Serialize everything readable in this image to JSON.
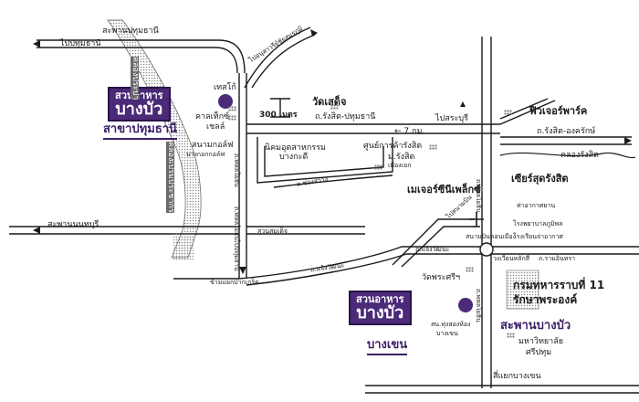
{
  "colors": {
    "brand": "#4b2a78",
    "road": "#1a1a1a",
    "water": "#9a9a9a",
    "paper": "#ffffff"
  },
  "brand_top": {
    "line1": "สวนอาหาร",
    "line2": "บางบัว",
    "branch": "สาขาปทุมธานี"
  },
  "brand_bottom": {
    "line1": "สวนอาหาร",
    "line2": "บางบัว",
    "branch": "บางเขน"
  },
  "scale": {
    "label": "300 เมตร"
  },
  "roads": {
    "pathum_sanamkhao": "สะพานปทุมธานี",
    "to_pathum": "ไปปทุมธานี",
    "khlong_prapa": "คลองประปา",
    "khlong_prem": "คลองเปรมประชากร",
    "vibhavadi": "ไปอนุสาวรีย์ชัยสมรภูมิ",
    "rangsit_pathum": "ถ.รังสิต-ปทุมธานี",
    "km7": "← 7 กม.",
    "to_saraburi": "ไปสระบุรี",
    "rangsit_ongkharak": "ถ.รังสิต-องครักษ์",
    "khlong_rangsit": "คลองรังสิต",
    "chong_sawang": "ถ.ช่องสว่าง",
    "phahon_upper": "ถ.พหลโยธิน",
    "phahon_lower": "ถ.พหลโยธิน",
    "sanam_bin_nam": "สะพานนนทบุรี",
    "suan_som_det": "สวนสมเด็จ",
    "to_pathum_down": "ไปปทุมธานี",
    "khae_pak_kret": "ข้ามแยกปากเกร็ด",
    "chaeng_watthana_left": "ถ.แจ้งวัฒนะ",
    "chaeng_watthana_right": "ถ.แจ้งวัฒนะ",
    "lak_si": "วงเวียนหลักสี่",
    "ram_inthra": "ถ.รามอินทรา",
    "phahon_right_upper": "ถ.พหลโยธิน",
    "phahon_right_lower": "ถ.พหลโยธิน",
    "sanam_bin": "ไปสนามบิน",
    "bang_khen_junction": "สี่แยกบางเขน"
  },
  "places": {
    "lotus": "เทสโก้",
    "charcoal": "คาลเท็กซ์",
    "shell": "เชลล์",
    "golf": "สนามกอล์ฟ",
    "golf2": "บางกอกกอล์ฟ",
    "wat_sadet": "วัดเสด็จ",
    "future_park": "ฟิวเจอร์พาร์ค",
    "nikom": "นิคมอุตสาหกรรม",
    "nikom2": "บางกะดี",
    "rangsit_center": "ศูนย์การค้ารังสิต",
    "m_rangsit": "ม.รังสิต",
    "m_rangsit2": "เมืองเอก",
    "major": "เมเจอร์ซีนีเพล็กซ์",
    "zeer": "เซียร์สุดรังสิต",
    "sanambin_dom": "สนามบินดอนเมือง",
    "don_muang": "ท่าอากาศยาน",
    "wat_phra_sri": "วัดพระศรีฯ",
    "police": "โรงพยาบาลภูมิพล",
    "school": "โรงเรียนจ่าอากาศ",
    "army": "กรมทหารราบที่ 11",
    "army2": "รักษาพระองค์",
    "sapan_bang_bua": "สะพานบางบัว",
    "univ": "มหาวิทยาลัย",
    "univ2": "ศรีปทุม",
    "sakon": "สน.ทุ่งสองห้อง",
    "sakon2": "บางเขน"
  }
}
